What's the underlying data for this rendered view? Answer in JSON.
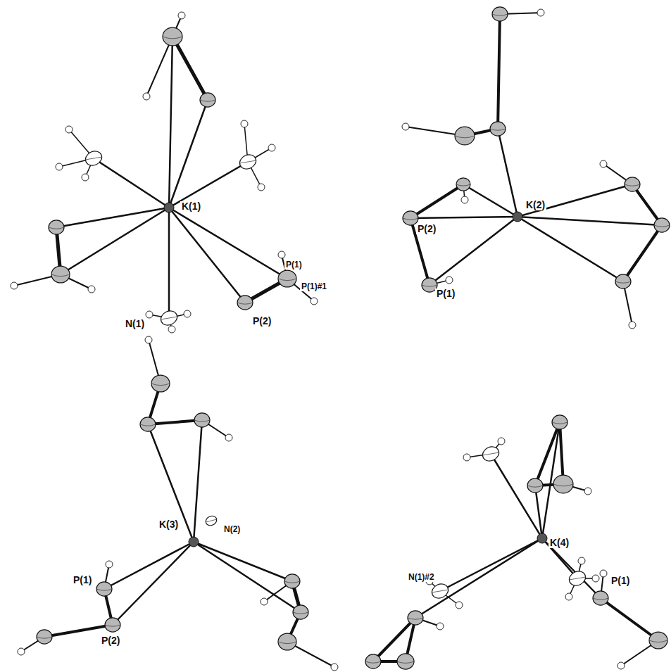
{
  "diagram": {
    "labels": [
      "K(1)",
      "P(1)",
      "P(1)#1",
      "N(1)",
      "P(2)",
      "K(2)",
      "P(2)",
      "P(1)",
      "K(3)",
      "N(2)",
      "P(1)",
      "P(2)",
      "K(4)",
      "N(1)#2",
      "P(1)"
    ]
  }
}
